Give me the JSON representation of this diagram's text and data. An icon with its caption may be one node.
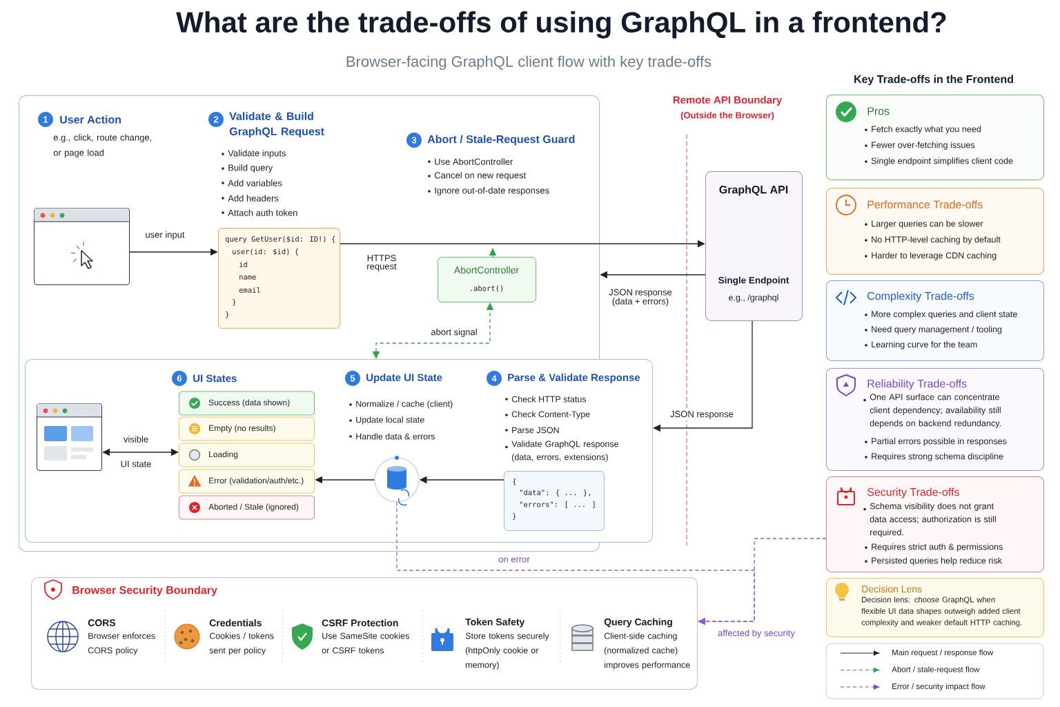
{
  "diagram": {
    "title": "What are the trade-offs of using GraphQL in a frontend?",
    "nodes": [
      {
        "text": [
          "1",
          "User Action",
          "e.g., click, route change, or page load",
          "2",
          "Validate & Build GraphQL Request",
          "Validate inputs",
          "Build query",
          "Add variables",
          "Add headers",
          "Attach auth token",
          "3",
          "Abort / Stale-Request Guard",
          "Use AbortController",
          "Cancel on new request",
          "Ignore out-of-date responses"
        ]
      },
      {
        "text": [],
        "shape": "picture",
        "in": 0
      },
      {
        "text": [
          "query GetUser($id: ID!) {",
          "user(id: $id) {",
          "id",
          "name",
          "email",
          "}",
          "}"
        ],
        "in": 0
      },
      {
        "text": [
          "AbortController",
          ".abort()"
        ],
        "in": 0
      },
      {
        "text": [
          "GraphQL API",
          "Single Endpoint",
          "e.g., /graphql"
        ]
      },
      {
        "text": [
          "6",
          "UI States",
          "5",
          "Update UI State",
          "Normalize / cache (client)",
          "Update local state",
          "Handle data & errors",
          "4",
          "Parse & Validate Response",
          "Check HTTP status",
          "Check Content-Type",
          "Parse JSON",
          "Validate GraphQL response (data, errors, extensions)"
        ]
      },
      {
        "text": [],
        "shape": "picture",
        "in": 5
      },
      {
        "text": [
          "Success (data shown)"
        ],
        "in": 5
      },
      {
        "text": [
          "Empty (no results)"
        ],
        "in": 5
      },
      {
        "text": [
          "Loading"
        ],
        "in": 5
      },
      {
        "text": [
          "Error (validation/auth/etc.)"
        ],
        "in": 5
      },
      {
        "text": [
          "Aborted / Stale (ignored)"
        ],
        "in": 5
      },
      {
        "text": [],
        "shape": "circle",
        "in": 5
      },
      {
        "text": [
          "{",
          "\"data\": { ... },",
          "\"errors\": [ ... ]",
          "}"
        ],
        "in": 5
      },
      {
        "text": [
          "Browser Security Boundary",
          "CORS",
          "Browser enforces CORS policy",
          "Credentials",
          "Cookies / tokens sent per policy",
          "CSRF Protection",
          "Use SameSite cookies or CSRF tokens",
          "Token Safety",
          "Store tokens securely (httpOnly cookie or memory)",
          "Query Caching",
          "Client-side caching (normalized cache) improves performance"
        ]
      },
      {
        "text": [
          "Pros",
          "Fetch exactly what you need",
          "Fewer over-fetching issues",
          "Single endpoint simplifies client code"
        ]
      },
      {
        "text": [
          "Performance Trade-offs",
          "Larger queries can be slower",
          "No HTTP-level caching by default",
          "Harder to leverage CDN caching"
        ]
      },
      {
        "text": [
          "Complexity Trade-offs",
          "More complex queries and client state",
          "Need query management / tooling",
          "Learning curve for the team"
        ]
      },
      {
        "text": [
          "Reliability Trade-offs",
          "One API surface can concentrate client dependency; availability still depends on backend redundancy.",
          "Partial errors possible in responses",
          "Requires strong schema discipline"
        ]
      },
      {
        "text": [
          "Security Trade-offs",
          "Schema visibility does not grant data access; authorization is still required.",
          "Requires strict auth & permissions",
          "Persisted queries help reduce risk"
        ]
      },
      {
        "text": [
          "Decision Lens",
          "Decision lens: choose GraphQL when flexible UI data shapes outweigh added client complexity and weaker default HTTP caching."
        ]
      }
    ],
    "edges": [
      {
        "from": 1,
        "to": 2,
        "arrow": "to",
        "label": "user input"
      },
      {
        "from": 2,
        "to": 4,
        "arrow": "to",
        "label": "HTTPS request"
      },
      {
        "from": 3,
        "to": null,
        "arrow": "to",
        "color": "#3a9d4a"
      },
      {
        "from": 4,
        "to": 0,
        "arrow": "to",
        "label": "JSON response (data + errors)"
      },
      {
        "from": 4,
        "to": 5,
        "arrow": "to",
        "label": "JSON response"
      },
      {
        "from": 5,
        "to": 3,
        "arrow": "both",
        "style": "dashed",
        "color": "#3a9d4a",
        "label": "abort signal"
      },
      {
        "from": 6,
        "to": 9,
        "arrow": "both",
        "label": "visible"
      },
      {
        "from": 13,
        "to": 12,
        "arrow": "to"
      },
      {
        "from": 12,
        "to": 10,
        "arrow": "to"
      },
      {
        "from": 12,
        "to": 14,
        "arrow": "to",
        "style": "dashed",
        "color": "#8e5bd0",
        "label": "on error"
      },
      {
        "from": 19,
        "to": 14,
        "arrow": "to",
        "style": "dashed",
        "color": "#8e5bd0",
        "label": "affected by security"
      }
    ],
    "labels": [
      "Browser-facing GraphQL client flow with key trade-offs",
      "Key Trade-offs in the Frontend",
      "Remote API Boundary",
      "(Outside the Browser)",
      "UI state"
    ],
    "legend": [
      {
        "text": "Main request / response flow"
      },
      {
        "text": "Abort / stale-request flow"
      },
      {
        "text": "Error / security impact flow"
      }
    ]
  }
}
